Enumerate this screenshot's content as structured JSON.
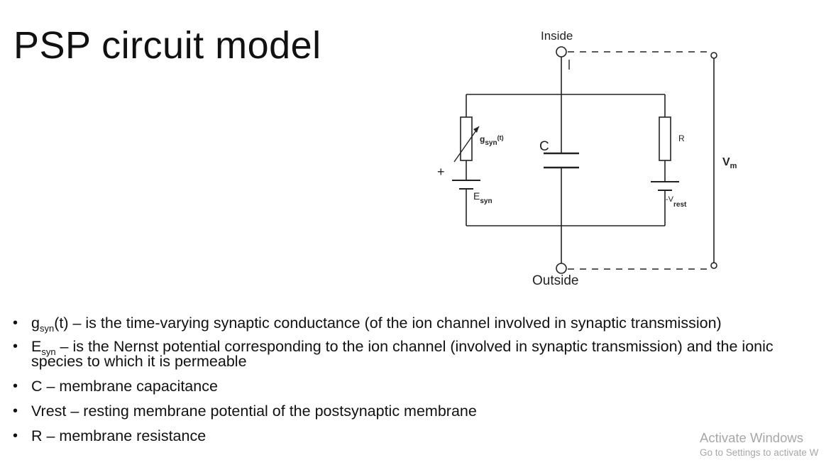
{
  "slide": {
    "title": "PSP circuit model"
  },
  "circuit": {
    "inside_label": "Inside",
    "outside_label": "Outside",
    "current_label": "I",
    "gsyn_main": "g",
    "gsyn_sub": "syn",
    "gsyn_suffix": "(t)",
    "capacitor_label": "C",
    "resistor_label": "R",
    "plus_label": "+",
    "esyn_main": "E",
    "esyn_sub": "syn",
    "vrest_main": "-V",
    "vrest_sub": "rest",
    "vm_main": "V",
    "vm_sub": "m"
  },
  "bullets": [
    {
      "symbol": "g",
      "sub": "syn",
      "after_sub": "(t)",
      "text": " – is the time-varying synaptic conductance (of the ion channel involved in synaptic transmission)"
    },
    {
      "symbol": "E",
      "sub": "syn",
      "after_sub": "",
      "text": " – is the Nernst potential corresponding to the ion channel (involved in synaptic transmission) and the ionic species to which it is permeable"
    },
    {
      "symbol": "C",
      "sub": "",
      "after_sub": "",
      "text": " – membrane capacitance"
    },
    {
      "symbol": "Vrest",
      "sub": "",
      "after_sub": "",
      "text": " – resting membrane potential of the postsynaptic membrane"
    },
    {
      "symbol": "R",
      "sub": "",
      "after_sub": "",
      "text": " –  membrane resistance"
    }
  ],
  "watermark": {
    "title": "Activate Windows",
    "subtitle": "Go to Settings to activate W"
  }
}
